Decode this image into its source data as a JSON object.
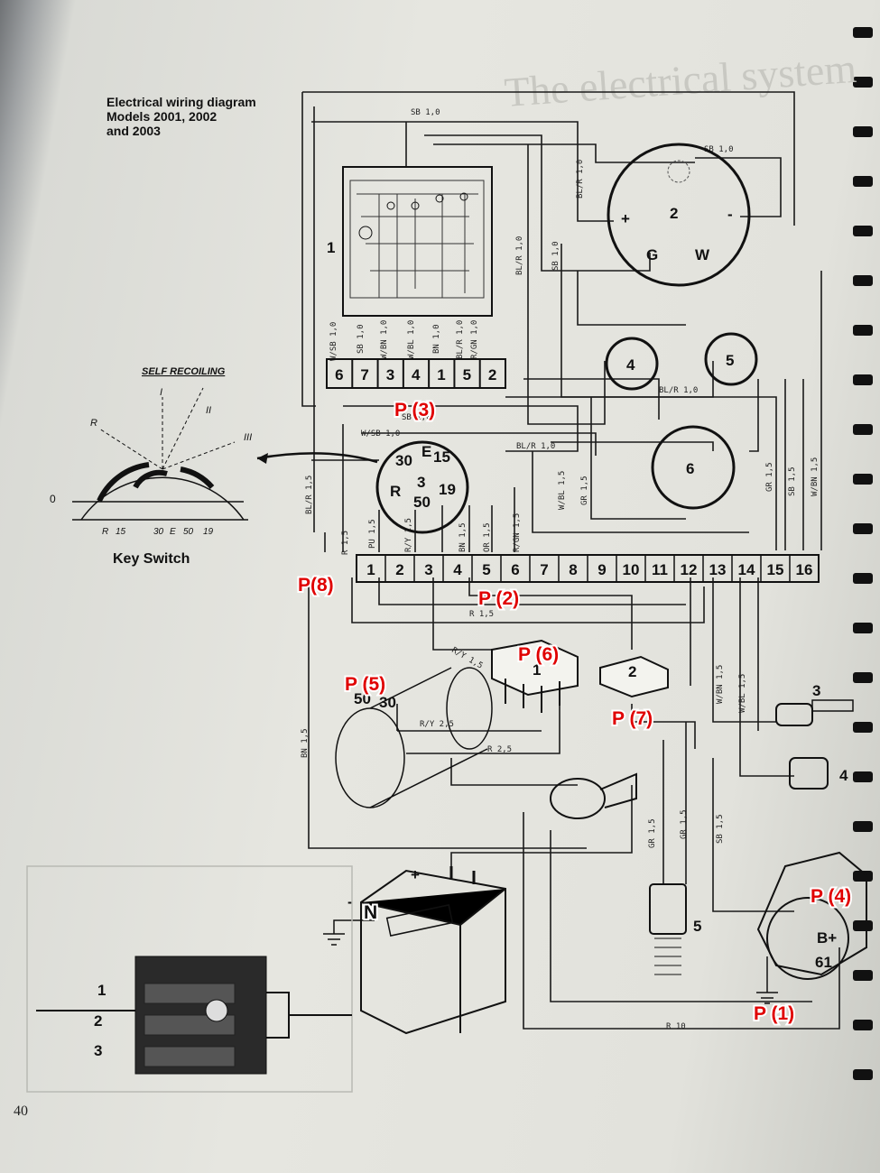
{
  "title": [
    "Electrical wiring diagram",
    "Models 2001, 2002",
    "and 2003"
  ],
  "background_title": "The electrical system",
  "page_number": "40",
  "key_switch": {
    "label": "Key Switch",
    "self_recoiling": "SELF RECOILING",
    "positions": [
      "0",
      "R",
      "I",
      "II",
      "III"
    ],
    "terminals_scale": [
      "R",
      "15",
      "30",
      "E",
      "50",
      "19"
    ],
    "terminals_switch": [
      "30",
      "E",
      "15",
      "3",
      "R",
      "50",
      "19"
    ]
  },
  "regulator_terminals": [
    "6",
    "7",
    "3",
    "4",
    "1",
    "5",
    "2"
  ],
  "terminal_strip": [
    "1",
    "2",
    "3",
    "4",
    "5",
    "6",
    "7",
    "8",
    "9",
    "10",
    "11",
    "12",
    "13",
    "14",
    "15",
    "16"
  ],
  "components": {
    "regulator": "1",
    "alternator": "2",
    "alternator_terminals": [
      "+",
      "-",
      "G",
      "W"
    ],
    "gauge_4": "4",
    "gauge_5": "5",
    "gauge_6": "6",
    "relay": "1",
    "fuse": "2",
    "sender_3": "3",
    "sender_4": "4",
    "sender_5": "5",
    "starter_terminals": [
      "50",
      "30"
    ],
    "battery_plus": "+",
    "battery_minus": "-",
    "alternator_out": [
      "B+",
      "61"
    ]
  },
  "wire_labels": [
    "SB 1,0",
    "SB 1,0",
    "BL/R 1,0",
    "SB 1,0",
    "BL/R 1,0",
    "W/SB 1,0",
    "SB 1,0",
    "W/BN 1,0",
    "W/BL 1,0",
    "BN 1,0",
    "BL/R 1,0",
    "R/GN 1,0",
    "BL/R 1,0",
    "SB 1,0",
    "W/SB 1,0",
    "BL/R 1,0",
    "BL/R 1,5",
    "W/BL 1,5",
    "GR 1,5",
    "GR 1,5",
    "SB 1,5",
    "W/BN 1,5",
    "R 1,5",
    "PU 1,5",
    "R/Y 1,5",
    "BN 1,5",
    "OR 1,5",
    "R/GN 1,5",
    "R 1,5",
    "R/Y 1,5",
    "R/Y 2,5",
    "R 2,5",
    "BN 1,5",
    "W/BN 1,5",
    "W/BL 1,5",
    "GR 1,5",
    "GR 1,5",
    "SB 1,5",
    "R 10"
  ],
  "annotations": {
    "p1": "P (1)",
    "p2": "P (2)",
    "p3": "P (3)",
    "p4": "P (4)",
    "p5": "P (5)",
    "p6": "P (6)",
    "p7": "P (7)",
    "p8": "P(8)",
    "n": "N"
  },
  "switch_panel_numbers": [
    "1",
    "2",
    "3"
  ]
}
